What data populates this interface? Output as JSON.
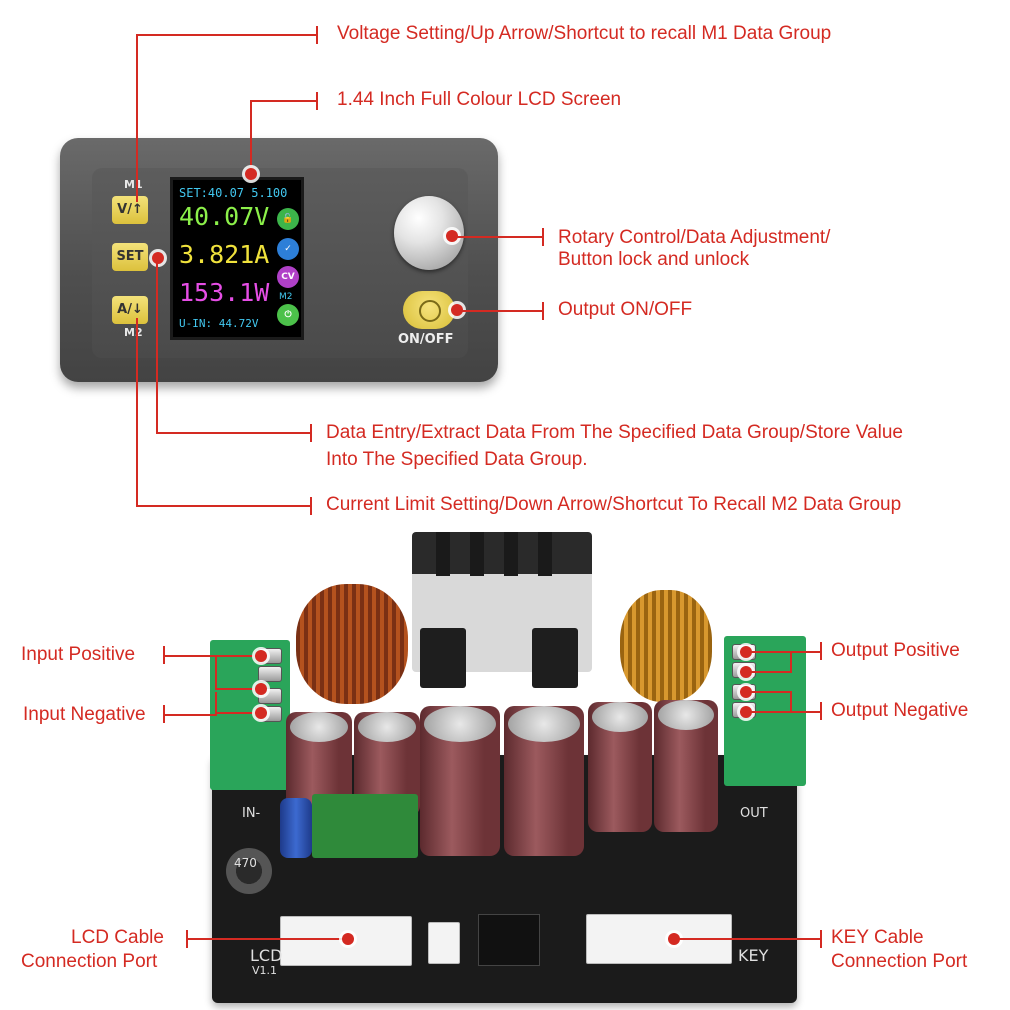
{
  "callouts": {
    "voltage_setting": "Voltage Setting/Up Arrow/Shortcut to recall M1 Data Group",
    "lcd_screen": "1.44 Inch Full Colour LCD Screen",
    "rotary_line1": "Rotary Control/Data Adjustment/",
    "rotary_line2": "Button lock and unlock",
    "output_onoff": "Output ON/OFF",
    "data_entry_line1": "Data Entry/Extract Data From The Specified Data Group/Store Value",
    "data_entry_line2": "Into The Specified Data Group.",
    "current_limit": "Current Limit Setting/Down Arrow/Shortcut To Recall M2 Data Group",
    "input_positive": "Input Positive",
    "input_negative": "Input Negative",
    "output_positive": "Output Positive",
    "output_negative": "Output Negative",
    "lcd_cable_line1": "LCD Cable",
    "lcd_cable_line2": "Connection Port",
    "key_cable_line1": "KEY Cable",
    "key_cable_line2": "Connection Port"
  },
  "module": {
    "key_m1_top": "M1",
    "key_v_up": "V/↑",
    "key_set": "SET",
    "key_a_down": "A/↓",
    "key_m2_bottom": "M2",
    "onoff_label": "ON/OFF",
    "onoff_icon": "power-icon"
  },
  "lcd": {
    "set_line": "SET:40.07 5.100",
    "voltage": "40.07V",
    "current": "3.821A",
    "power": "153.1W",
    "input_line": "U-IN: 44.72V",
    "cv_badge": "CV",
    "m2_label": "M2",
    "icons": [
      "unlock-icon",
      "check-icon",
      "power-icon"
    ]
  },
  "board": {
    "in_label": "IN-",
    "out_label": "OUT",
    "lcd_port_label": "LCD",
    "lcd_port_version": "V1.1",
    "key_port_label": "KEY",
    "inductor_code": "470"
  },
  "colors": {
    "callout_red": "#d42a22",
    "lcd_voltage": "#8cf04a",
    "lcd_current": "#f0e23c",
    "lcd_power": "#e64ee6",
    "lcd_setline": "#42c8f0",
    "terminal_green": "#2aa55a",
    "key_yellow": "#e8d055"
  }
}
